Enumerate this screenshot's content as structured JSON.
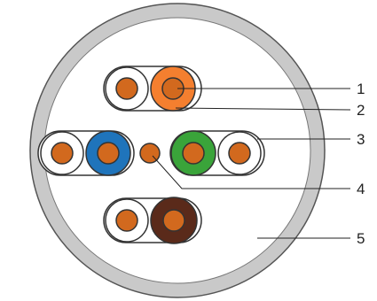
{
  "callouts": [
    {
      "label": "1"
    },
    {
      "label": "2"
    },
    {
      "label": "3"
    },
    {
      "label": "4"
    },
    {
      "label": "5"
    }
  ],
  "colors": {
    "jacket_outer": "#c9c9c9",
    "jacket_inner": "#ffffff",
    "copper": "#d2691e",
    "white_insulation": "#ffffff",
    "orange_insulation": "#f47f2f",
    "blue_insulation": "#1f74bb",
    "green_insulation": "#3aa43a",
    "brown_insulation": "#5a2a1a",
    "outline": "#333333"
  },
  "pairs": [
    {
      "name": "orange-pair",
      "stripe": "orange_insulation"
    },
    {
      "name": "blue-pair",
      "stripe": "blue_insulation"
    },
    {
      "name": "green-pair",
      "stripe": "green_insulation"
    },
    {
      "name": "brown-pair",
      "stripe": "brown_insulation"
    }
  ]
}
